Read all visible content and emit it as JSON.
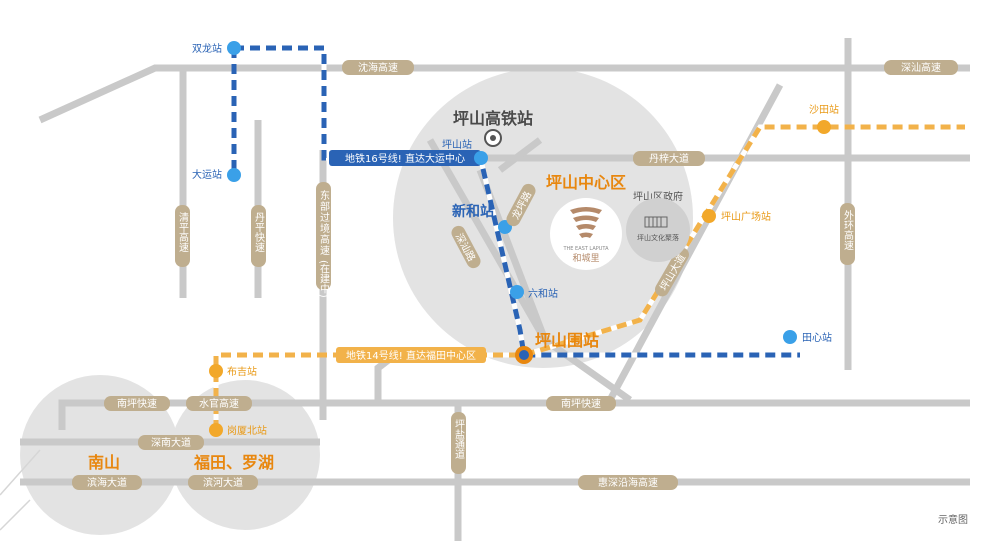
{
  "map": {
    "title": "坪山高铁站",
    "note": "示意图",
    "districts": {
      "center": "坪山中心区",
      "nanshan": "南山",
      "futian_luohu": "福田、罗湖",
      "gov": "坪山区政府",
      "culture": "坪山文化聚落"
    },
    "project": {
      "en": "THE EAST LAPUTA",
      "cn": "和城里"
    },
    "roads": {
      "shenhai": "沈海高速",
      "shenshan": "深汕高速",
      "danzi": "丹梓大道",
      "dongbu": "东部过境高速",
      "dongbu_note": "(在建中)",
      "qingping": "清平高速",
      "danping": "丹平快速",
      "longping": "龙坪路",
      "shenshan_road": "深汕路",
      "pingshan_ave": "坪山大道",
      "waihuan": "外环高速",
      "nanping": "南坪快速",
      "shuiguan": "水官高速",
      "shennan": "深南大道",
      "binhai": "滨海大道",
      "binhe": "滨河大道",
      "pingyan": "坪盐通道",
      "huishen": "惠深沿海高速",
      "nanping_east": "南坪快速"
    },
    "lines": {
      "line16": "地铁16号线! 直达大运中心",
      "line14": "地铁14号线! 直达福田中心区",
      "blue": "#2a63b5",
      "orange": "#f2b24a"
    },
    "stations": {
      "shuanglong": "双龙站",
      "dayun": "大运站",
      "pingshan": "坪山站",
      "xinhe": "新和站",
      "liuhe": "六和站",
      "pingshanwei": "坪山围站",
      "tianxin": "田心站",
      "shatian": "沙田站",
      "pingshan_square": "坪山广场站",
      "buji": "布吉站",
      "gangxia_north": "岗厦北站"
    }
  }
}
